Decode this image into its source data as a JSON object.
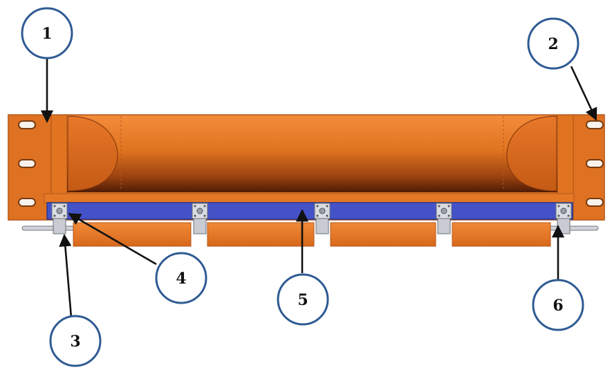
{
  "diagram": {
    "callouts": [
      {
        "id": 1,
        "label": "1"
      },
      {
        "id": 2,
        "label": "2"
      },
      {
        "id": 3,
        "label": "3"
      },
      {
        "id": 4,
        "label": "4"
      },
      {
        "id": 5,
        "label": "5"
      },
      {
        "id": 6,
        "label": "6"
      }
    ],
    "colors": {
      "frame_orange": "#E07420",
      "frame_edge": "#B4561A",
      "trough_dark": "#5A2208",
      "blue_bar": "#4452C8",
      "blue_edge": "#2B348A",
      "callout_ring": "#2E5A93",
      "arrow": "#111111",
      "metal": "#C8CCD2"
    }
  }
}
